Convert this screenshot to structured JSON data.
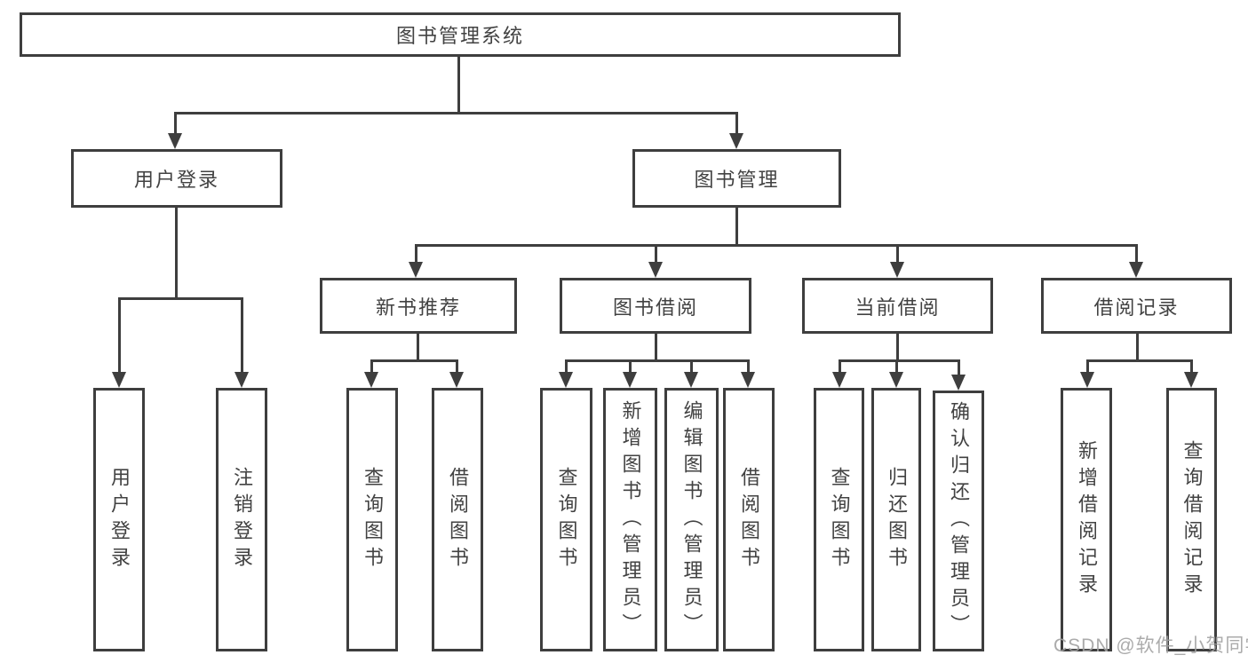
{
  "diagram": {
    "root": {
      "label": "图书管理系统"
    },
    "level2": [
      {
        "label": "用户登录"
      },
      {
        "label": "图书管理"
      }
    ],
    "level3": [
      {
        "label": "新书推荐"
      },
      {
        "label": "图书借阅"
      },
      {
        "label": "当前借阅"
      },
      {
        "label": "借阅记录"
      }
    ],
    "leaves": {
      "user_login": [
        {
          "label": "用户登录"
        },
        {
          "label": "注销登录"
        }
      ],
      "new_book_recommend": [
        {
          "label": "查询图书"
        },
        {
          "label": "借阅图书"
        }
      ],
      "book_borrow": [
        {
          "label": "查询图书"
        },
        {
          "label": "新增图书（管理员）"
        },
        {
          "label": "编辑图书（管理员）"
        },
        {
          "label": "借阅图书"
        }
      ],
      "current_borrow": [
        {
          "label": "查询图书"
        },
        {
          "label": "归还图书"
        },
        {
          "label": "确认归还（管理员）"
        }
      ],
      "borrow_records": [
        {
          "label": "新增借阅记录"
        },
        {
          "label": "查询借阅记录"
        }
      ]
    }
  },
  "watermark": {
    "text": "CSDN @软件_小贺同学"
  },
  "colors": {
    "line": "#3e3e3e",
    "text": "#424242",
    "background": "#ffffff",
    "watermark": "#a2a2a2"
  }
}
